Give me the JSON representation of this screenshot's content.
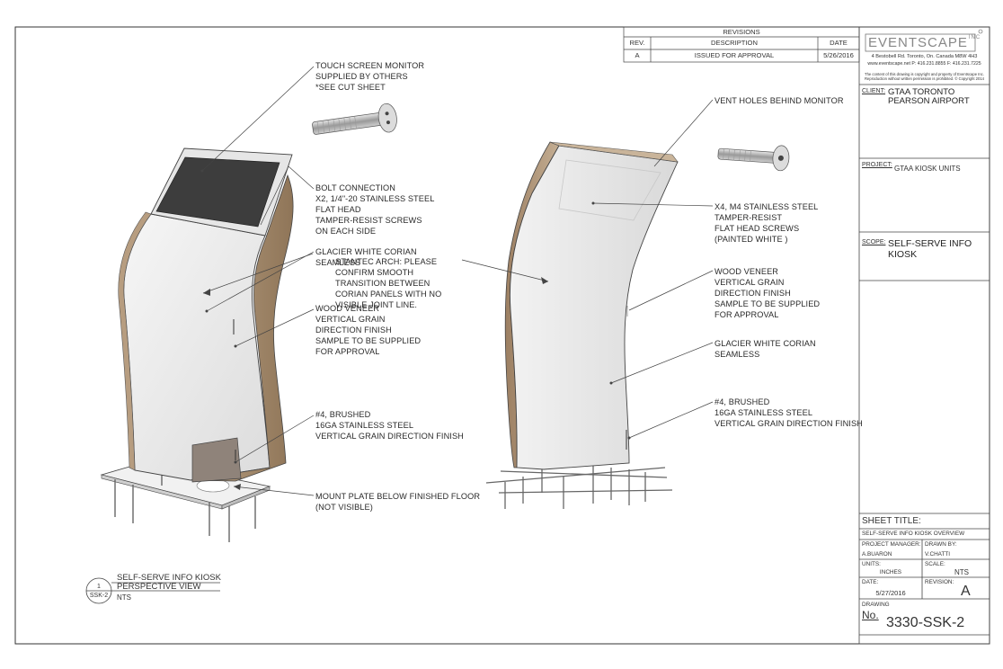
{
  "revisions": {
    "title": "REVISIONS",
    "columns": [
      "REV.",
      "DESCRIPTION",
      "DATE"
    ],
    "rows": [
      {
        "rev": "A",
        "description": "ISSUED FOR APPROVAL",
        "date": "5/26/2016"
      }
    ]
  },
  "company": {
    "logo_text": "EVENTSCAPE",
    "logo_suffix": "INC",
    "address": "4 Bestobell Rd. Toronto, On. Canada M8W 4H3",
    "contact": "www.eventscape.net P: 416.231.8855 F: 416.231.7225",
    "notice_line1": "The content of this drawing is copyright and property of Eventscape Inc.",
    "notice_line2": "Reproduction without written permission is prohibited. © Copyright 2014"
  },
  "client": {
    "label": "CLIENT:",
    "line1": "GTAA TORONTO",
    "line2": "PEARSON AIRPORT"
  },
  "project": {
    "label": "PROJECT:",
    "value": "GTAA KIOSK UNITS"
  },
  "scope": {
    "label": "SCOPE:",
    "line1": "SELF-SERVE INFO",
    "line2": "KIOSK"
  },
  "sheet": {
    "title_label": "SHEET TITLE:",
    "title_value": "SELF-SERVE INFO KIOSK OVERVIEW",
    "pm_label": "PROJECT MANAGER:",
    "pm_value": "A.BUARON",
    "drawn_label": "DRAWN BY:",
    "drawn_value": "V.CHATTI",
    "units_label": "UNITS:",
    "units_value": "INCHES",
    "scale_label": "SCALE:",
    "scale_value": "NTS",
    "date_label": "DATE:",
    "date_value": "5/27/2016",
    "revision_label": "REVISION:",
    "revision_value": "A",
    "drawing_label": "DRAWING",
    "no_label": "No.",
    "drawing_no": "3330-SSK-2"
  },
  "view_tag": {
    "number": "1",
    "sheet_ref": "SSK-2",
    "title_line1": "SELF-SERVE INFO KIOSK",
    "title_line2": "PERSPECTIVE VIEW",
    "scale": "NTS"
  },
  "callouts_left": {
    "monitor": [
      "TOUCH SCREEN MONITOR",
      "SUPPLIED BY OTHERS",
      "*SEE CUT SHEET"
    ],
    "bolt": [
      "BOLT CONNECTION",
      "x2, 1/4\"-20 STAINLESS STEEL",
      "FLAT HEAD",
      "TAMPER-RESIST SCREWS",
      "ON EACH SIDE"
    ],
    "corian": [
      "GLACIER WHITE CORIAN",
      "SEAMLESS"
    ],
    "stantec": [
      "STANTEC ARCH: PLEASE",
      "CONFIRM SMOOTH",
      "TRANSITION BETWEEN",
      "CORIAN PANELS WITH NO",
      "VISIBLE JOINT LINE."
    ],
    "wood": [
      "WOOD VENEER",
      "VERTICAL GRAIN",
      "DIRECTION FINISH",
      "SAMPLE TO BE SUPPLIED",
      "FOR APPROVAL"
    ],
    "steel": [
      "#4, BRUSHED",
      "16GA STAINLESS STEEL",
      "VERTICAL GRAIN DIRECTION FINISH"
    ],
    "mount": [
      "MOUNT PLATE BELOW FINISHED FLOOR",
      "(NOT VISIBLE)"
    ]
  },
  "callouts_right": {
    "vent": [
      "VENT HOLES BEHIND MONITOR"
    ],
    "screws": [
      "x4, M4 STAINLESS STEEL",
      "TAMPER-RESIST",
      "FLAT HEAD SCREWS",
      "(PAINTED WHITE )"
    ],
    "wood": [
      "WOOD VENEER",
      "VERTICAL GRAIN",
      "DIRECTION FINISH",
      "SAMPLE TO BE SUPPLIED",
      "FOR APPROVAL"
    ],
    "corian": [
      "GLACIER WHITE CORIAN",
      "SEAMLESS"
    ],
    "steel": [
      "#4, BRUSHED",
      "16GA STAINLESS STEEL",
      "VERTICAL GRAIN DIRECTION FINISH"
    ]
  },
  "colors": {
    "line": "#3a3a3a",
    "wood": "#a68b6e",
    "corian": "#ececec",
    "screen": "#3b3b3b",
    "steel": "#9a8f86"
  }
}
